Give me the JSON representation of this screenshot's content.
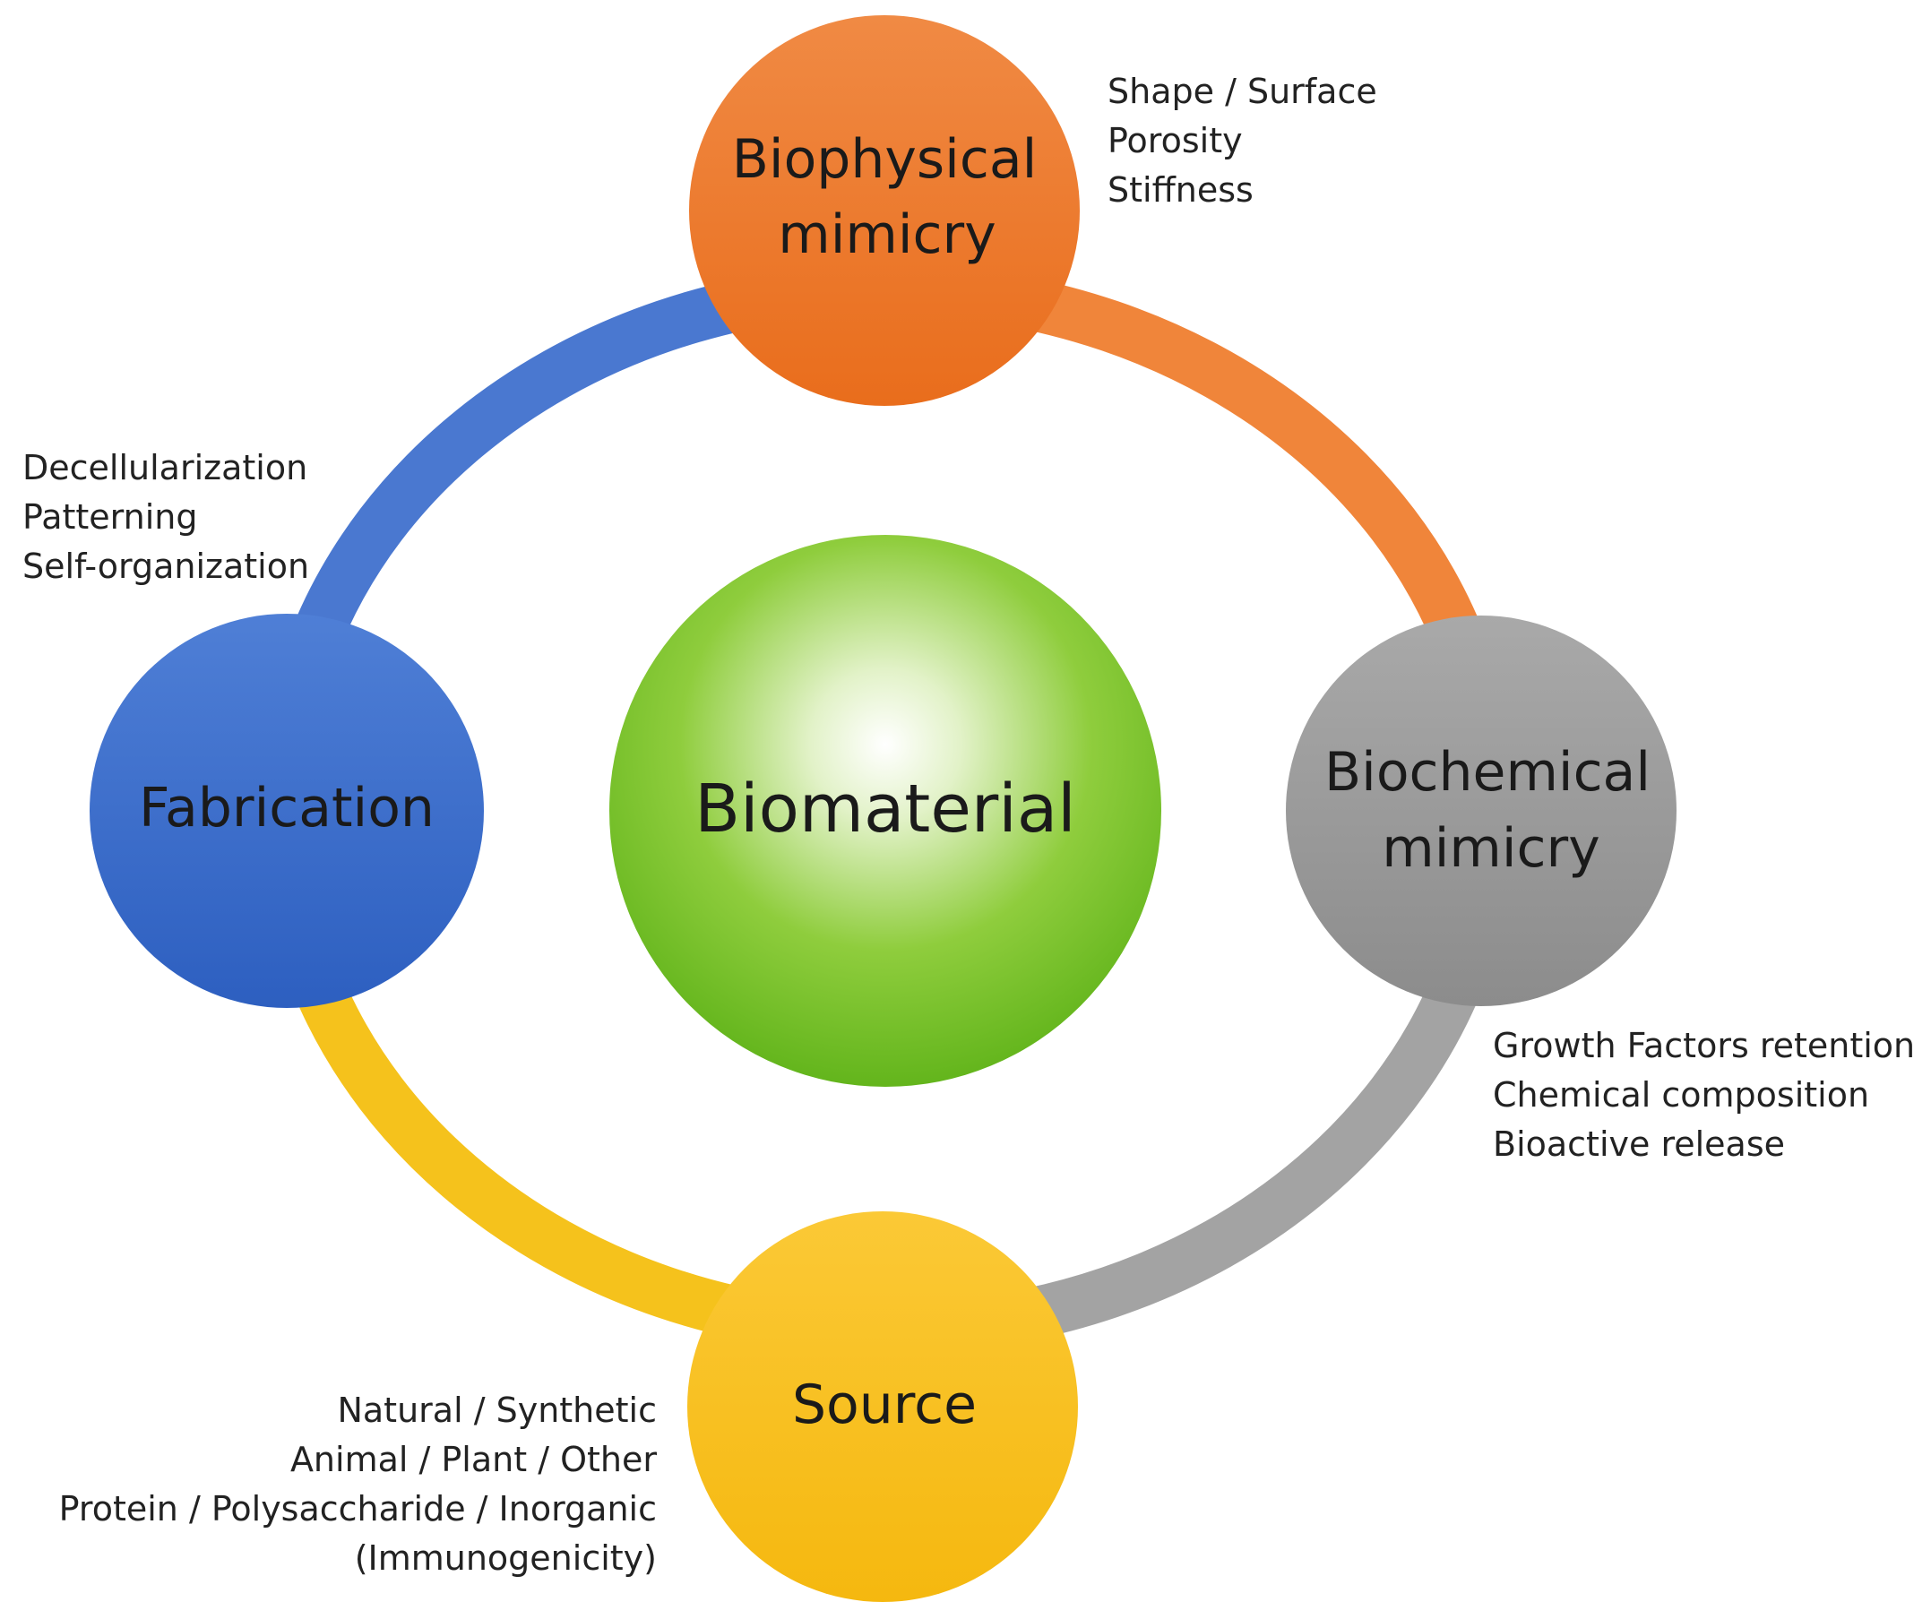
{
  "nodes": {
    "center": {
      "label": "Biomaterial",
      "color": "#6cbf1f"
    },
    "biophysical": {
      "label_line1": "Biophysical",
      "label_line2": "mimicry",
      "color": "#ef7a2a",
      "notes": [
        "Shape / Surface",
        "Porosity",
        "Stiffness"
      ]
    },
    "biochemical": {
      "label_line1": "Biochemical",
      "label_line2": "mimicry",
      "color": "#9b9b9b",
      "notes": [
        "Growth Factors retention",
        "Chemical composition",
        "Bioactive release"
      ]
    },
    "source": {
      "label": "Source",
      "color": "#f9bf1a",
      "notes": [
        "Natural / Synthetic",
        "Animal / Plant / Other",
        "Protein / Polysaccharide / Inorganic",
        "(Immunogenicity)"
      ]
    },
    "fabrication": {
      "label": "Fabrication",
      "color": "#3f6fcc",
      "notes": [
        "Decellularization",
        "Patterning",
        "Self-organization"
      ]
    }
  },
  "ring_segments": {
    "top_left": "#4a78d0",
    "top_right": "#f0853a",
    "bottom_right": "#a3a3a3",
    "bottom_left": "#f5c21c"
  }
}
